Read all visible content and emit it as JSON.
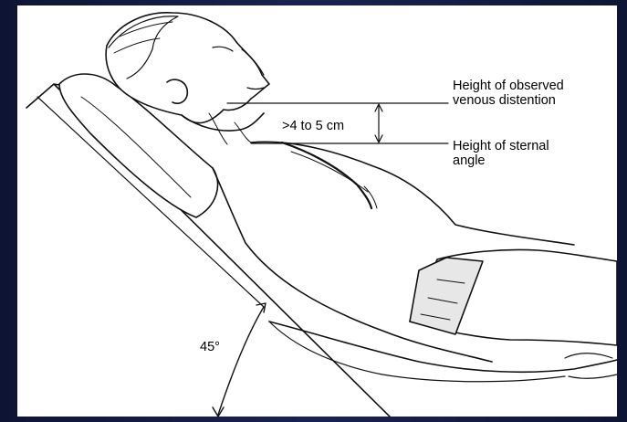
{
  "labels": {
    "venous_line1": "Height of observed",
    "venous_line2": "venous distention",
    "sternal_line1": "Height of sternal",
    "sternal_line2": "angle",
    "distance": ">4 to 5 cm",
    "angle": "45°"
  },
  "colors": {
    "frame": "#131a40",
    "canvas": "#ffffff",
    "ink": "#111111"
  }
}
